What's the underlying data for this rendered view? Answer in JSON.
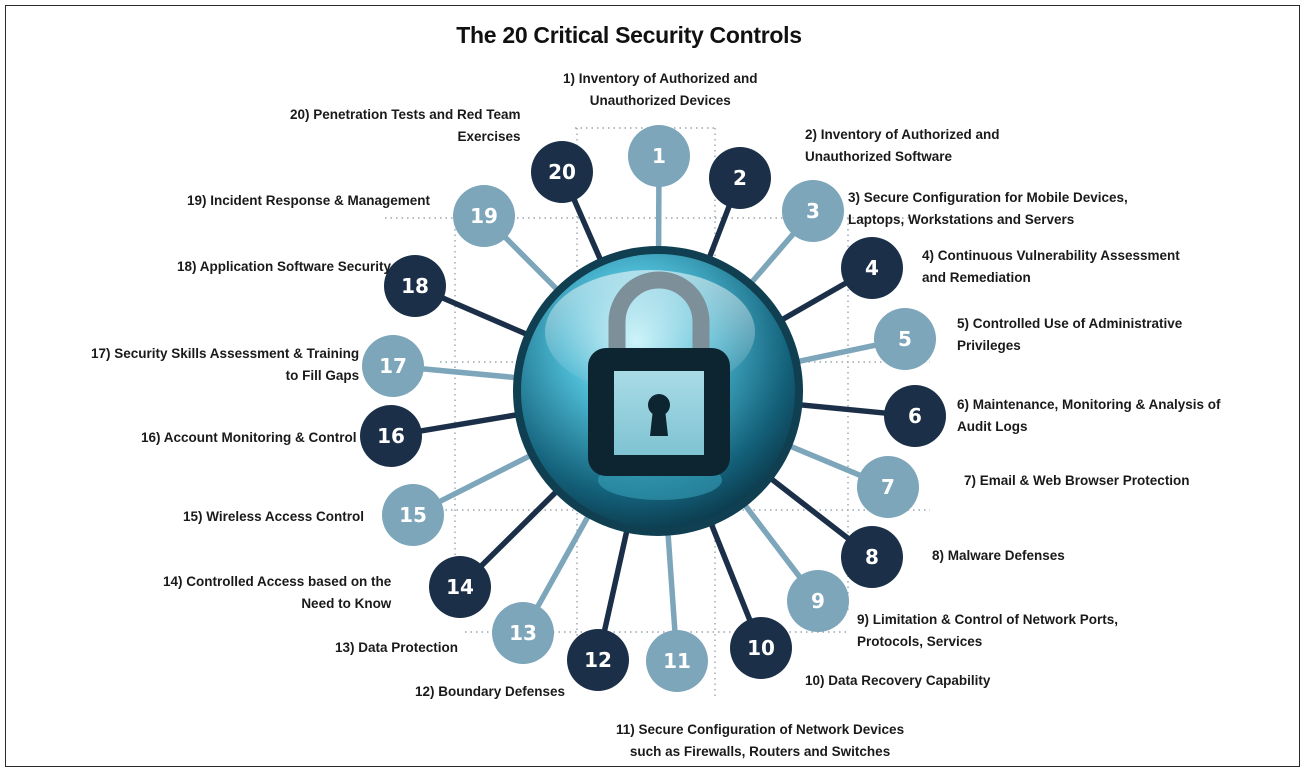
{
  "title": "The 20 Critical Security Controls",
  "colors": {
    "dark": "#1b3048",
    "light": "#7da6bb",
    "hub_outer": "#0c3a4a",
    "hub_inner": "#5cc0d6"
  },
  "hub_icon": "padlock-icon",
  "controls": [
    {
      "num": "1",
      "tone": "light",
      "lines": [
        "1) Inventory of Authorized  and",
        "Unauthorized  Devices"
      ]
    },
    {
      "num": "2",
      "tone": "dark",
      "lines": [
        "2) Inventory of Authorized  and",
        "Unauthorized Software"
      ]
    },
    {
      "num": "3",
      "tone": "light",
      "lines": [
        "3) Secure Configuration  for Mobile Devices,",
        "Laptops,  Workstations and Servers"
      ]
    },
    {
      "num": "4",
      "tone": "dark",
      "lines": [
        "4) Continuous  Vulnerability  Assessment",
        "and Remediation"
      ]
    },
    {
      "num": "5",
      "tone": "light",
      "lines": [
        "5) Controlled  Use of Administrative",
        "Privileges"
      ]
    },
    {
      "num": "6",
      "tone": "dark",
      "lines": [
        "6) Maintenance,  Monitoring  & Analysis of",
        "Audit Logs"
      ]
    },
    {
      "num": "7",
      "tone": "light",
      "lines": [
        "7) Email & Web Browser Protection"
      ]
    },
    {
      "num": "8",
      "tone": "dark",
      "lines": [
        "8) Malware  Defenses"
      ]
    },
    {
      "num": "9",
      "tone": "light",
      "lines": [
        "9) Limitation & Control  of Network Ports,",
        "Protocols,  Services"
      ]
    },
    {
      "num": "10",
      "tone": "dark",
      "lines": [
        "10) Data Recovery Capability"
      ]
    },
    {
      "num": "11",
      "tone": "light",
      "lines": [
        "11) Secure Configuration  of Network Devices",
        "such as Firewalls, Routers and Switches"
      ]
    },
    {
      "num": "12",
      "tone": "dark",
      "lines": [
        "12) Boundary  Defenses"
      ]
    },
    {
      "num": "13",
      "tone": "light",
      "lines": [
        "13) Data Protection"
      ]
    },
    {
      "num": "14",
      "tone": "dark",
      "lines": [
        "14) Controlled  Access based on the",
        "Need to Know"
      ]
    },
    {
      "num": "15",
      "tone": "light",
      "lines": [
        "15) Wireless Access Control"
      ]
    },
    {
      "num": "16",
      "tone": "dark",
      "lines": [
        "16) Account Monitoring  & Control"
      ]
    },
    {
      "num": "17",
      "tone": "light",
      "lines": [
        "17) Security Skills Assessment & Training",
        "to Fill Gaps"
      ]
    },
    {
      "num": "18",
      "tone": "dark",
      "lines": [
        "18) Application  Software Security"
      ]
    },
    {
      "num": "19",
      "tone": "light",
      "lines": [
        "19) Incident  Response & Management"
      ]
    },
    {
      "num": "20",
      "tone": "dark",
      "lines": [
        "20) Penetration  Tests and Red Team",
        "Exercises"
      ]
    }
  ]
}
